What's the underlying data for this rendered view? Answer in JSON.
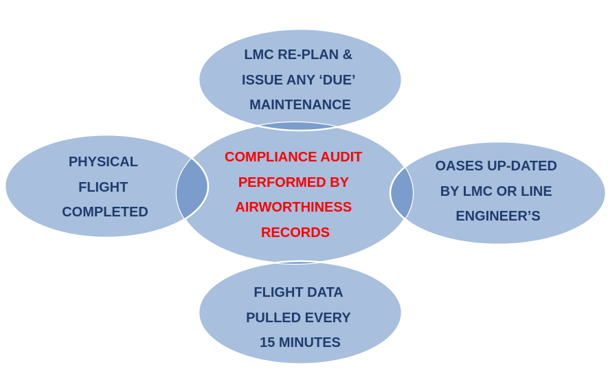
{
  "colors": {
    "ellipse_fill": "#a8bfdd",
    "overlap_fill": "#7a9dcb",
    "outline": "#ffffff",
    "outer_text": "#1f3c6e",
    "center_text": "#ff0000"
  },
  "center": {
    "lines": [
      "COMPLIANCE AUDIT",
      "PERFORMED BY",
      "AIRWORTHINESS",
      "RECORDS"
    ]
  },
  "top": {
    "lines": [
      "LMC RE-PLAN &",
      "ISSUE ANY ‘DUE’",
      "MAINTENANCE"
    ]
  },
  "left": {
    "lines": [
      "PHYSICAL",
      "FLIGHT",
      "COMPLETED"
    ]
  },
  "right": {
    "lines": [
      "OASES UP-DATED",
      "BY LMC OR LINE",
      "ENGINEER’S"
    ]
  },
  "bottom": {
    "lines": [
      "FLIGHT DATA",
      "PULLED EVERY",
      "15 MINUTES"
    ]
  }
}
